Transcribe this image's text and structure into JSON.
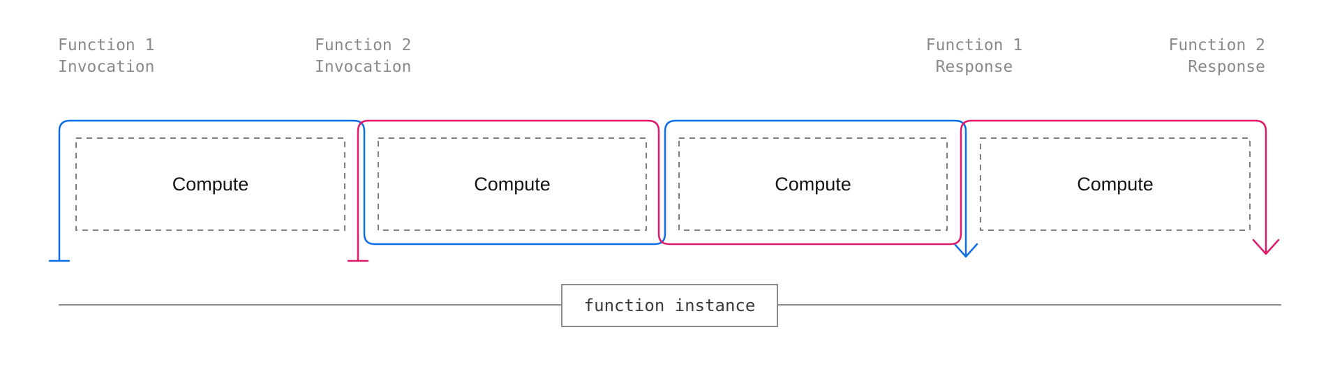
{
  "colors": {
    "blue": "#0c6ee8",
    "pink": "#e0196b",
    "gray_line": "#8a8a8a",
    "dashed_border": "#7f7f7f",
    "label_text": "#8a8a8a",
    "compute_text": "#141414",
    "instance_text": "#3a3a3a"
  },
  "top_labels": [
    {
      "line1": "Function 1",
      "line2": "Invocation"
    },
    {
      "line1": "Function 2",
      "line2": "Invocation"
    },
    {
      "line1": "Function 1",
      "line2": "Response"
    },
    {
      "line1": "Function 2",
      "line2": "Response"
    }
  ],
  "compute_blocks": [
    {
      "label": "Compute"
    },
    {
      "label": "Compute"
    },
    {
      "label": "Compute"
    },
    {
      "label": "Compute"
    }
  ],
  "timeline": {
    "instance_label": "function instance"
  }
}
